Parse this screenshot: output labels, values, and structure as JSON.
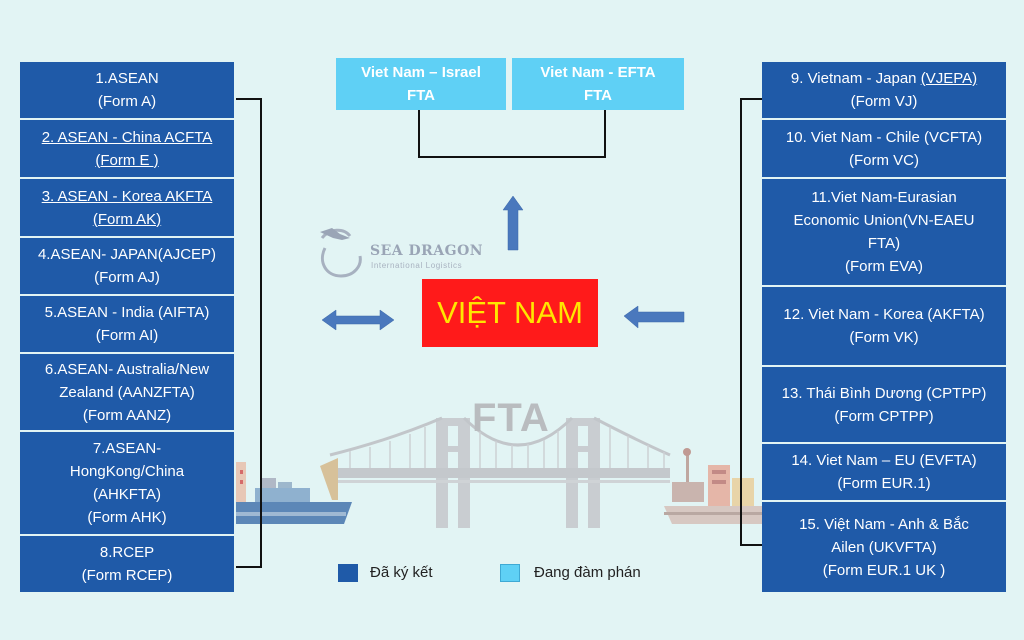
{
  "left_boxes": [
    {
      "l1": "1.ASEAN",
      "l2": "(Form A)"
    },
    {
      "l1": "2. ASEAN - China ACFTA",
      "l2": "(Form E )"
    },
    {
      "l1": "3. ASEAN - Korea AKFTA",
      "l2": "(Form AK)"
    },
    {
      "l1": "4.ASEAN- JAPAN(AJCEP)",
      "l2": "(Form AJ)"
    },
    {
      "l1": "5.ASEAN - India (AIFTA)",
      "l2": "(Form AI)"
    },
    {
      "l1": "6.ASEAN- Australia/New",
      "l2": "Zealand (AANZFTA)",
      "l3": "(Form AANZ)"
    },
    {
      "l1": "7.ASEAN-",
      "l2": "HongKong/China",
      "l3": "(AHKFTA)",
      "l4": "(Form AHK)"
    },
    {
      "l1": "8.RCEP",
      "l2": "(Form RCEP)"
    }
  ],
  "right_boxes": [
    {
      "l1a": "9. Vietnam - Japan ",
      "l1b": "(VJEPA)",
      "l2": "(Form VJ)"
    },
    {
      "l1": "10. Viet Nam - Chile (VCFTA)",
      "l2": "(Form VC)"
    },
    {
      "l1": "11.Viet Nam-Eurasian",
      "l2": "Economic Union(VN-EAEU",
      "l3": "FTA)",
      "l4": "(Form EVA)"
    },
    {
      "l1": "12. Viet Nam - Korea (AKFTA)",
      "l2": "(Form VK)"
    },
    {
      "l1": "13. Thái Bình Dương (CPTPP)",
      "l2": "(Form CPTPP)"
    },
    {
      "l1": "14. Viet Nam – EU (EVFTA)",
      "l2": "(Form EUR.1)"
    },
    {
      "l1": "15. Việt Nam - Anh & Bắc",
      "l2": "Ailen  (UKVFTA)",
      "l3": "(Form EUR.1 UK )"
    }
  ],
  "negotiating": [
    {
      "l1": "Viet Nam – Israel",
      "l2": "FTA"
    },
    {
      "l1": "Viet Nam - EFTA",
      "l2": "FTA"
    }
  ],
  "center_label": "VIỆT NAM",
  "background_label": "FTA",
  "logo": {
    "name": "SEA DRAGON",
    "tagline": "International Logistics"
  },
  "legend": {
    "signed": "Đã ký kết",
    "negotiating": "Đang đàm phán"
  },
  "colors": {
    "signed": "#1f5aa8",
    "negotiating": "#5fd0f5",
    "center_bg": "#ff1a1a",
    "center_text": "#ffe600",
    "arrows": "#4a78bd",
    "background": "#e2f4f4"
  }
}
